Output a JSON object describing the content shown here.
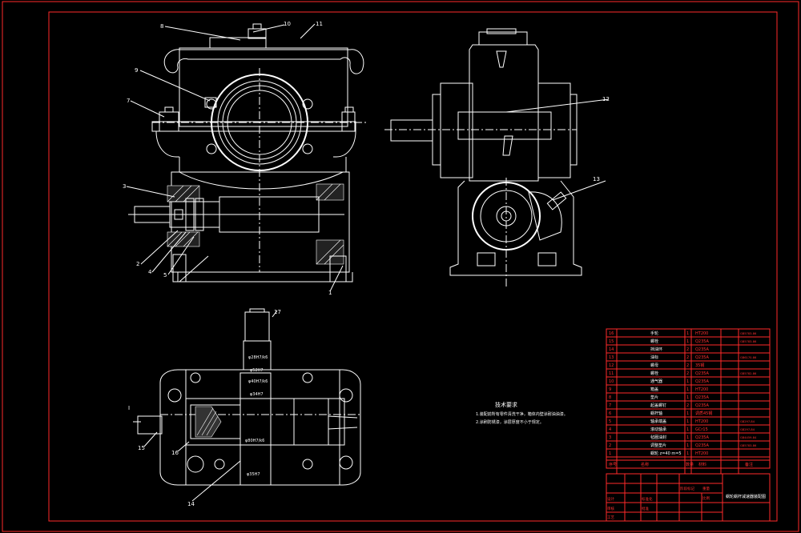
{
  "colors": {
    "background": "#000000",
    "line": "#ffffff",
    "frame": "#ff2a2a",
    "table_text": "#ff3030"
  },
  "callouts": {
    "front": [
      "8",
      "10",
      "11",
      "9",
      "7",
      "3",
      "2",
      "4",
      "5",
      "1"
    ],
    "side": [
      "12",
      "13"
    ],
    "plan": [
      "15",
      "16",
      "14",
      "17"
    ]
  },
  "section_mark": "I",
  "tech_requirements": {
    "title": "技术要求",
    "lines": [
      "1.装配前所有零件清洗干净，箱体内壁涂耐油油漆。",
      "2.涂刷防锈漆，涂层厚度不小于规定。"
    ]
  },
  "dims": [
    "φ28H7/k6",
    "φ52H7",
    "φ40H7/k6",
    "φ34H7",
    "φ80H7/k6",
    "φ35H7"
  ],
  "bom": {
    "rows": [
      {
        "no": "16",
        "name": "手轮",
        "qty": "1",
        "mat": "HT200",
        "std": "GB5783-86"
      },
      {
        "no": "15",
        "name": "螺栓",
        "qty": "1",
        "mat": "Q235A",
        "std": "GB5783-86"
      },
      {
        "no": "14",
        "name": "挡油环",
        "qty": "2",
        "mat": "Q235A",
        "std": ""
      },
      {
        "no": "13",
        "name": "油标",
        "qty": "2",
        "mat": "Q235A",
        "std": "GB6170-86"
      },
      {
        "no": "12",
        "name": "螺母",
        "qty": "2",
        "mat": "35钢",
        "std": ""
      },
      {
        "no": "11",
        "name": "螺栓",
        "qty": "2",
        "mat": "Q235A",
        "std": "GB5782-86"
      },
      {
        "no": "10",
        "name": "通气器",
        "qty": "1",
        "mat": "Q235A",
        "std": ""
      },
      {
        "no": "9",
        "name": "箱盖",
        "qty": "1",
        "mat": "HT200",
        "std": ""
      },
      {
        "no": "8",
        "name": "垫片",
        "qty": "1",
        "mat": "Q235A",
        "std": ""
      },
      {
        "no": "7",
        "name": "起盖螺钉",
        "qty": "2",
        "mat": "Q235A",
        "std": ""
      },
      {
        "no": "6",
        "name": "蜗杆轴",
        "qty": "1",
        "mat": "调质45钢",
        "std": ""
      },
      {
        "no": "5",
        "name": "轴承端盖",
        "qty": "1",
        "mat": "HT200",
        "std": "GB297-84"
      },
      {
        "no": "4",
        "name": "滚动轴承",
        "qty": "1",
        "mat": "GCr15",
        "std": "GB297-84"
      },
      {
        "no": "3",
        "name": "毡圈油封",
        "qty": "1",
        "mat": "Q235A",
        "std": "GB4459-84"
      },
      {
        "no": "2",
        "name": "调整垫片",
        "qty": "1",
        "mat": "Q235A",
        "std": "GB5783-86"
      },
      {
        "no": "1",
        "name": "蜗轮 z=40 m=5",
        "qty": "1",
        "mat": "HT200",
        "std": ""
      }
    ],
    "header": {
      "no": "序号",
      "name": "名称",
      "qty": "数量",
      "mat": "材料",
      "std": "备注"
    },
    "title_block": {
      "title": "蜗轮蜗杆减速器装配图",
      "labels": [
        "设计",
        "审核",
        "工艺",
        "标准化",
        "批准",
        "阶段标记",
        "重量",
        "比例"
      ]
    }
  }
}
